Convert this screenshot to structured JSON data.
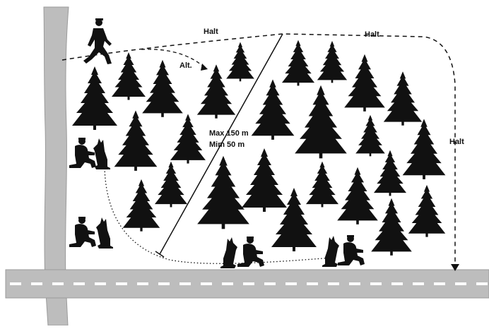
{
  "labels": {
    "halt_top": "Halt",
    "halt_top_right": "Halt",
    "halt_right": "Halt",
    "alt": "Alt.",
    "distance_max": "Max 150 m",
    "distance_min": "Mim 50 m"
  },
  "icons": {
    "walker": "person-walking-icon",
    "handler_dog": "handler-with-dog-icon",
    "tree": "spruce-tree-icon"
  },
  "colors": {
    "road": "#bdbdbd",
    "road_edge": "#9a9a9a",
    "road_marking": "#ffffff",
    "ink": "#111111"
  }
}
